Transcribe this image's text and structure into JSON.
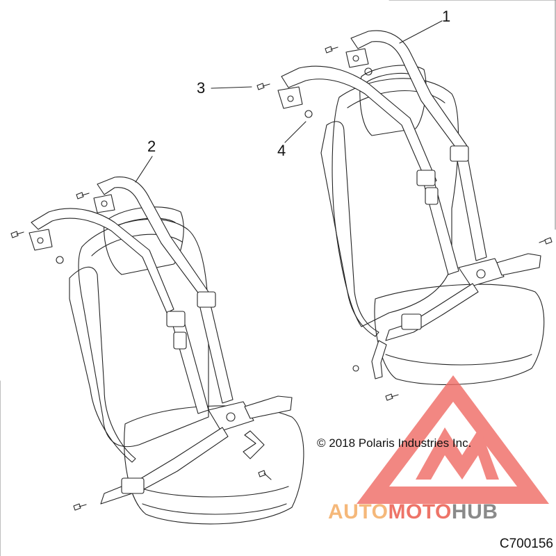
{
  "callouts": [
    {
      "label": "1"
    },
    {
      "label": "2"
    },
    {
      "label": "3"
    },
    {
      "label": "4"
    }
  ],
  "copyright": "© 2018 Polaris Industries Inc.",
  "diagram_code": "C700156",
  "watermark": {
    "segments": [
      {
        "text": "AUTO",
        "color": "#f5b87a"
      },
      {
        "text": "MOTO",
        "color": "#ee7468"
      },
      {
        "text": "HUB",
        "color": "#8a8a8a"
      }
    ],
    "triangle_color": "#ef6a63"
  }
}
